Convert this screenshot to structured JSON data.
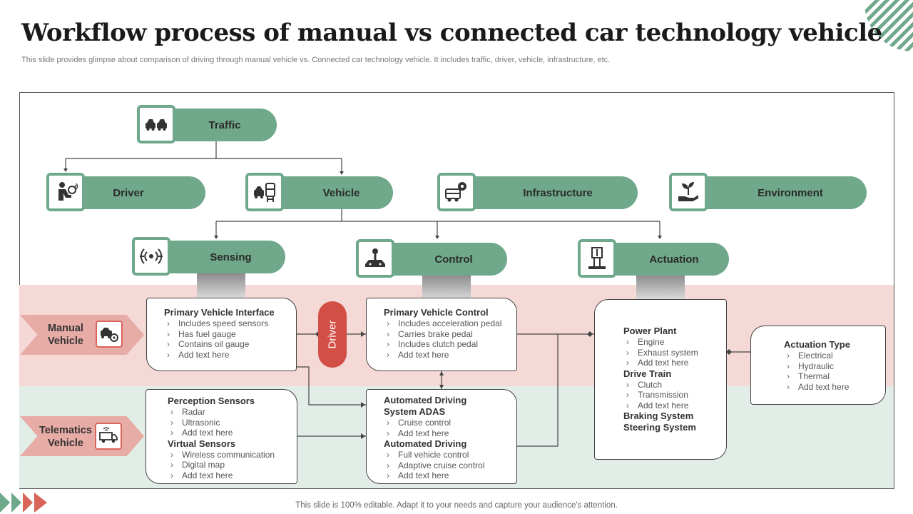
{
  "slide": {
    "title": "Workflow process of manual vs connected car technology vehicle",
    "subtitle": "This slide provides glimpse about comparison of driving through manual vehicle vs. Connected car technology vehicle. It includes traffic, driver, vehicle, infrastructure, etc.",
    "footer": "This slide is 100% editable. Adapt it to your needs and capture your audience's attention."
  },
  "colors": {
    "pill_green": "#6fa88a",
    "band_pink": "#f5d9d6",
    "band_green": "#e3ede7",
    "driver_red": "#d24f45",
    "chevron_pink": "#e8aca6"
  },
  "nodes": {
    "traffic": {
      "label": "Traffic",
      "icon": "cars-icon"
    },
    "driver": {
      "label": "Driver",
      "icon": "steering-driver-icon"
    },
    "vehicle": {
      "label": "Vehicle",
      "icon": "vehicles-icon"
    },
    "infrastructure": {
      "label": "Infrastructure",
      "icon": "bus-gear-icon"
    },
    "environment": {
      "label": "Environment",
      "icon": "plant-hand-icon"
    },
    "sensing": {
      "label": "Sensing",
      "icon": "signal-waves-icon"
    },
    "control": {
      "label": "Control",
      "icon": "joystick-icon"
    },
    "actuation": {
      "label": "Actuation",
      "icon": "actuator-icon"
    }
  },
  "rows": {
    "manual": {
      "line1": "Manual",
      "line2": "Vehicle",
      "icon": "car-gear-icon"
    },
    "telematics": {
      "line1": "Telematics",
      "line2": "Vehicle",
      "icon": "delivery-van-icon"
    }
  },
  "driver_label": "Driver",
  "cards": {
    "primary_interface": {
      "title": "Primary Vehicle Interface",
      "items": [
        "Includes speed sensors",
        "Has fuel gauge",
        "Contains oil gauge",
        "Add text here"
      ]
    },
    "primary_control": {
      "title": "Primary Vehicle Control",
      "items": [
        "Includes acceleration pedal",
        "Carries brake pedal",
        "Includes clutch pedal",
        "Add text here"
      ]
    },
    "perception": {
      "title1": "Perception Sensors",
      "items1": [
        "Radar",
        "Ultrasonic",
        "Add text here"
      ],
      "title2": "Virtual Sensors",
      "items2": [
        "Wireless communication",
        "Digital map",
        "Add text here"
      ]
    },
    "automated": {
      "title1": "Automated Driving System ADAS",
      "items1": [
        "Cruise control",
        "Add text here"
      ],
      "title2": "Automated Driving",
      "items2": [
        "Full vehicle control",
        "Adaptive cruise control",
        "Add text here"
      ]
    },
    "powerplant": {
      "title1": "Power Plant",
      "items1": [
        "Engine",
        "Exhaust system",
        "Add text here"
      ],
      "title2": "Drive Train",
      "items2": [
        "Clutch",
        "Transmission",
        "Add text here"
      ],
      "title3": "Braking System",
      "title4": "Steering System"
    },
    "actuation_type": {
      "title": "Actuation Type",
      "items": [
        "Electrical",
        "Hydraulic",
        "Thermal",
        "Add text here"
      ]
    }
  }
}
